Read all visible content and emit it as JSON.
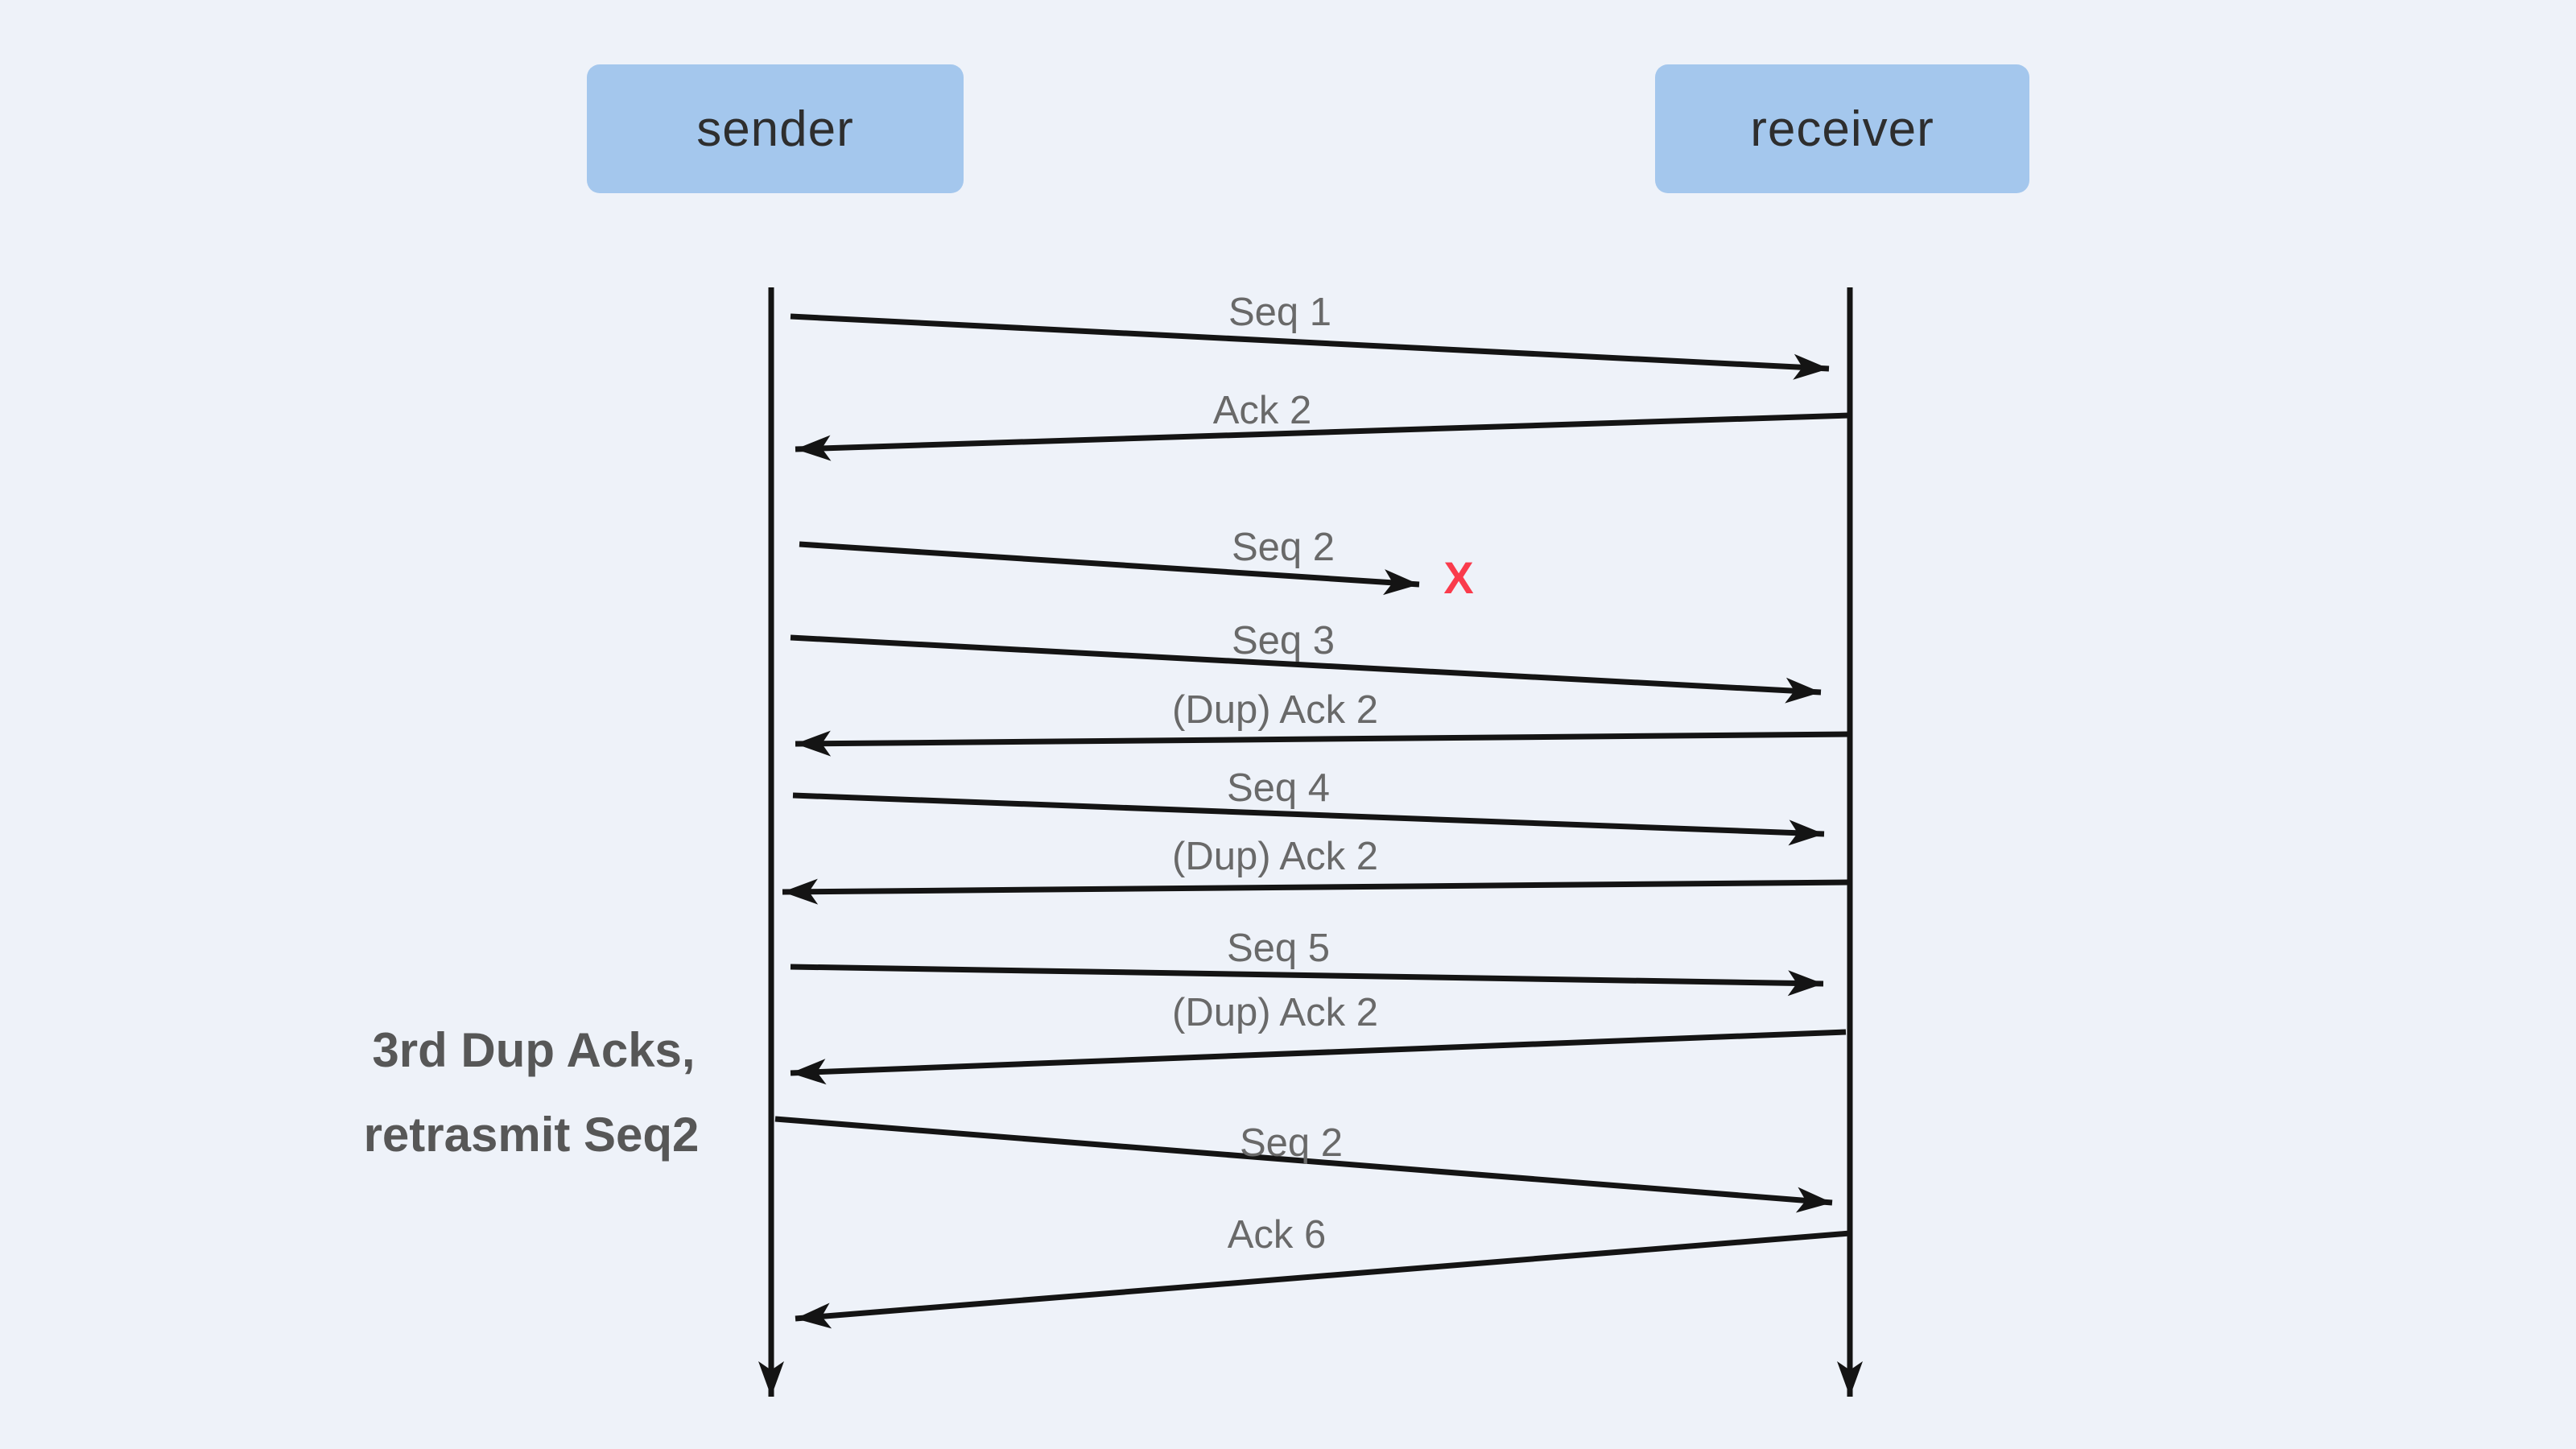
{
  "title": "TCP fast retransmit sequence diagram",
  "actors": {
    "sender": "sender",
    "receiver": "receiver"
  },
  "messages": [
    {
      "label": "Seq 1",
      "direction": "to-receiver"
    },
    {
      "label": "Ack 2",
      "direction": "to-sender"
    },
    {
      "label": "Seq 2",
      "direction": "to-receiver",
      "lost": true,
      "loss_marker": "X"
    },
    {
      "label": "Seq 3",
      "direction": "to-receiver"
    },
    {
      "label": "(Dup) Ack 2",
      "direction": "to-sender"
    },
    {
      "label": "Seq 4",
      "direction": "to-receiver"
    },
    {
      "label": "(Dup) Ack 2",
      "direction": "to-sender"
    },
    {
      "label": "Seq 5",
      "direction": "to-receiver"
    },
    {
      "label": "(Dup) Ack 2",
      "direction": "to-sender"
    },
    {
      "label": "Seq 2",
      "direction": "to-receiver",
      "retransmit": true
    },
    {
      "label": "Ack 6",
      "direction": "to-sender"
    }
  ],
  "annotation": {
    "line1": "3rd Dup Acks,",
    "line2": "retrasmit Seq2"
  },
  "colors": {
    "background": "#eef2f9",
    "actor_fill": "#a4c7ed",
    "actor_text": "#2e2e2e",
    "message_label": "#696969",
    "annotation_text": "#575757",
    "arrow": "#141414",
    "loss_marker": "#fa3b4c"
  }
}
